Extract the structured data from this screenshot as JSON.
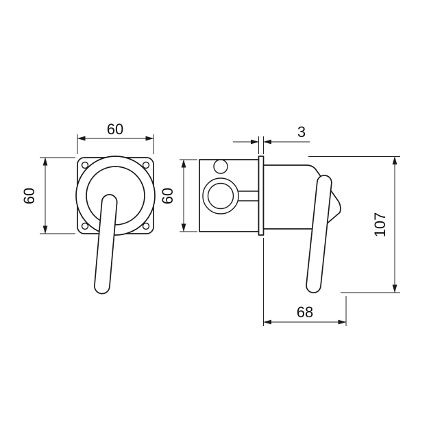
{
  "drawing": {
    "colors": {
      "line": "#1a1a1a",
      "background": "#ffffff"
    },
    "dims": {
      "front_width": "60",
      "front_height": "60",
      "plate_thickness": "3",
      "body_height": "60",
      "overall_height": "107",
      "projection": "68"
    }
  }
}
